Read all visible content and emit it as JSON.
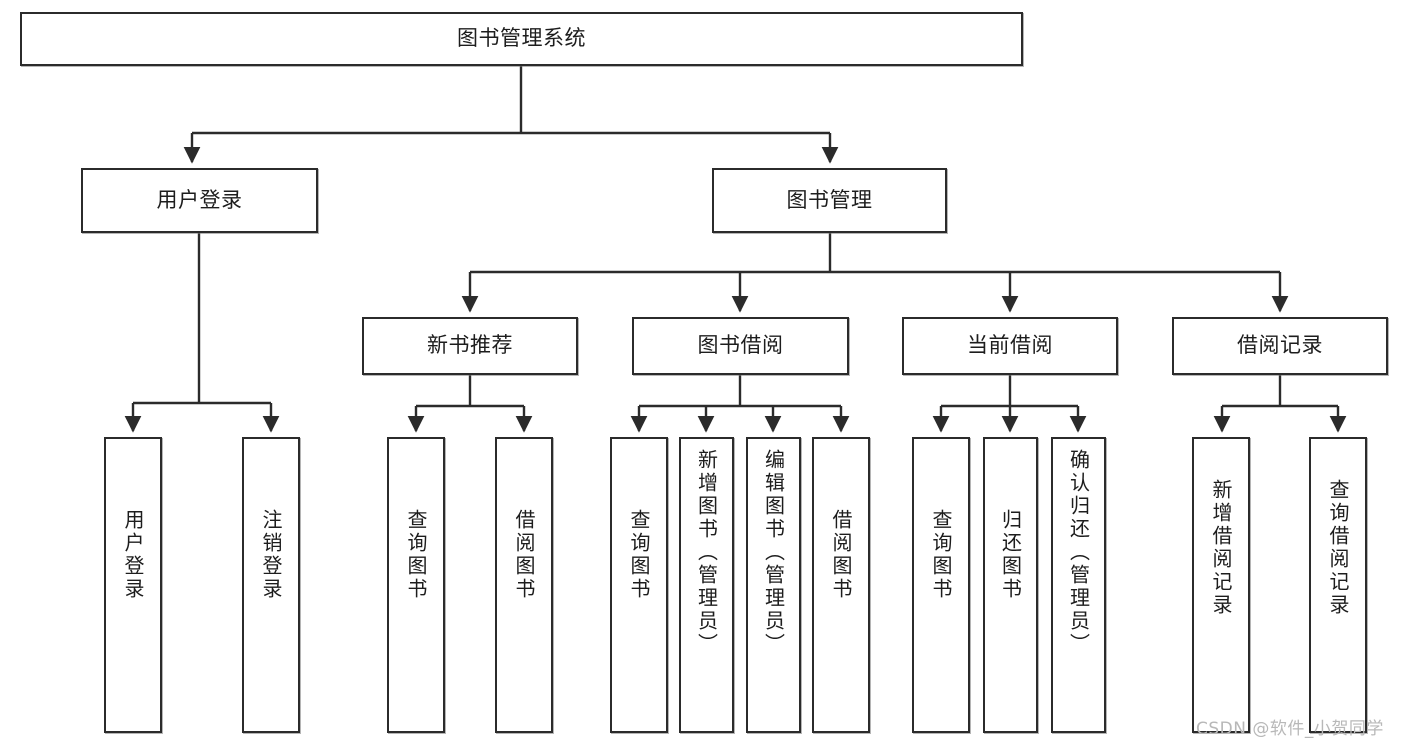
{
  "diagram": {
    "title": "图书管理系统",
    "type": "tree-structure-chart",
    "watermark": "CSDN @软件_小贺同学",
    "colors": {
      "stroke": "#2b2b2b",
      "fill": "#ffffff",
      "text": "#1d1d1d",
      "watermark": "#b8b8b8"
    },
    "root": {
      "label": "图书管理系统"
    },
    "level2": [
      {
        "label": "用户登录"
      },
      {
        "label": "图书管理"
      }
    ],
    "level3": [
      {
        "label": "新书推荐"
      },
      {
        "label": "图书借阅"
      },
      {
        "label": "当前借阅"
      },
      {
        "label": "借阅记录"
      }
    ],
    "leaves": [
      {
        "label": "用户登录",
        "parent": "用户登录"
      },
      {
        "label": "注销登录",
        "parent": "用户登录"
      },
      {
        "label": "查询图书",
        "parent": "新书推荐"
      },
      {
        "label": "借阅图书",
        "parent": "新书推荐"
      },
      {
        "label": "查询图书",
        "parent": "图书借阅"
      },
      {
        "label": "新增图书（管理员）",
        "parent": "图书借阅"
      },
      {
        "label": "编辑图书（管理员）",
        "parent": "图书借阅"
      },
      {
        "label": "借阅图书",
        "parent": "图书借阅"
      },
      {
        "label": "查询图书",
        "parent": "当前借阅"
      },
      {
        "label": "归还图书",
        "parent": "当前借阅"
      },
      {
        "label": "确认归还（管理员）",
        "parent": "当前借阅"
      },
      {
        "label": "新增借阅记录",
        "parent": "借阅记录"
      },
      {
        "label": "查询借阅记录",
        "parent": "借阅记录"
      }
    ]
  }
}
